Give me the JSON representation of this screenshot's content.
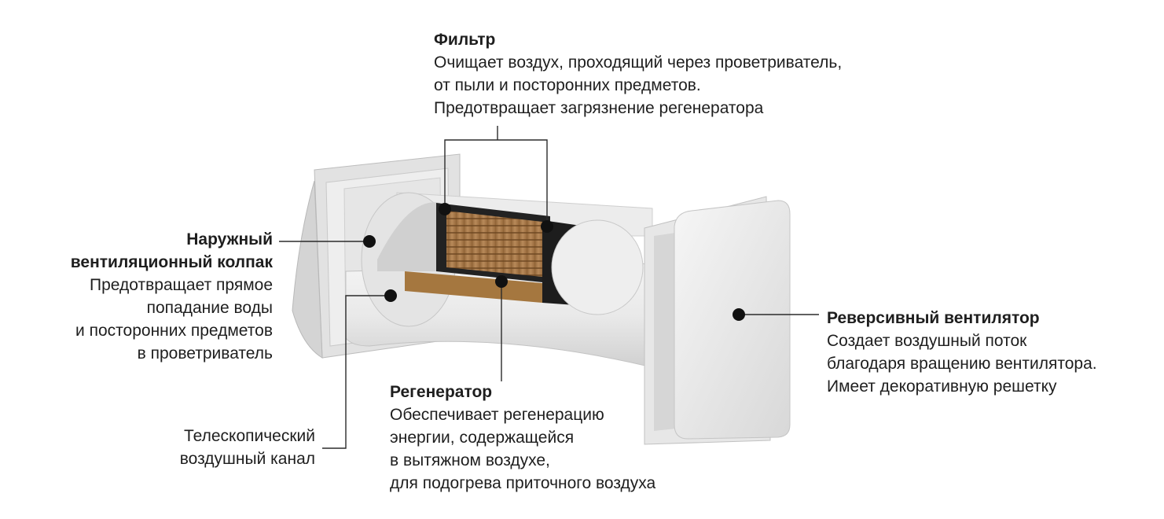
{
  "labels": {
    "filter": {
      "title": "Фильтр",
      "desc": "Очищает воздух, проходящий через проветриватель,\nот пыли и посторонних предметов.\nПредотвращает загрязнение регенератора"
    },
    "hood": {
      "title": "Наружный\nвентиляционный колпак",
      "desc": "Предотвращает прямое\nпопадание воды\nи посторонних предметов\nв проветриватель"
    },
    "fan": {
      "title": "Реверсивный вентилятор",
      "desc": "Создает воздушный поток\nблагодаря вращению вентилятора.\nИмеет декоративную решетку"
    },
    "regenerator": {
      "title": "Регенератор",
      "desc": "Обеспечивает регенерацию\nэнергии, содержащейся\nв вытяжном воздухе,\nдля подогрева приточного воздуха"
    },
    "duct": {
      "desc": "Телескопический\nвоздушный канал"
    }
  }
}
